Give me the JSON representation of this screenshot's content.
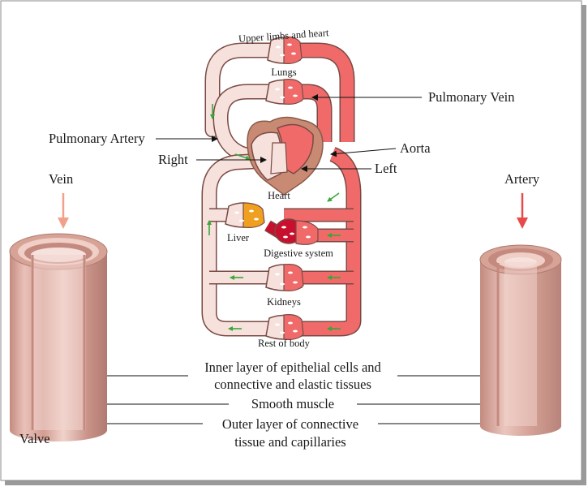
{
  "labels": {
    "upper_limbs": "Upper limbs and heart",
    "lungs": "Lungs",
    "pulmonary_vein": "Pulmonary Vein",
    "pulmonary_artery": "Pulmonary Artery",
    "aorta": "Aorta",
    "right": "Right",
    "left": "Left",
    "heart": "Heart",
    "liver": "Liver",
    "digestive": "Digestive system",
    "kidneys": "Kidneys",
    "rest_of_body": "Rest of body",
    "vein": "Vein",
    "artery": "Artery",
    "inner_layer_1": "Inner layer of epithelial cells and",
    "inner_layer_2": "connective and elastic tissues",
    "smooth_muscle": "Smooth muscle",
    "outer_layer_1": "Outer layer of connective",
    "outer_layer_2": "tissue and capillaries",
    "valve": "Valve"
  },
  "colors": {
    "oxygenated": "#f06a6a",
    "deoxygenated": "#f6e1dc",
    "outline": "#7a4a44",
    "heart": "#c98a74",
    "liver": "#f0a020",
    "digestive": "#c8102e",
    "flow_arrow": "#3aa63a",
    "vessel_tissue": "#d9a59a",
    "vein_arrow": "#f2a08a",
    "artery_arrow": "#e84a4a"
  }
}
